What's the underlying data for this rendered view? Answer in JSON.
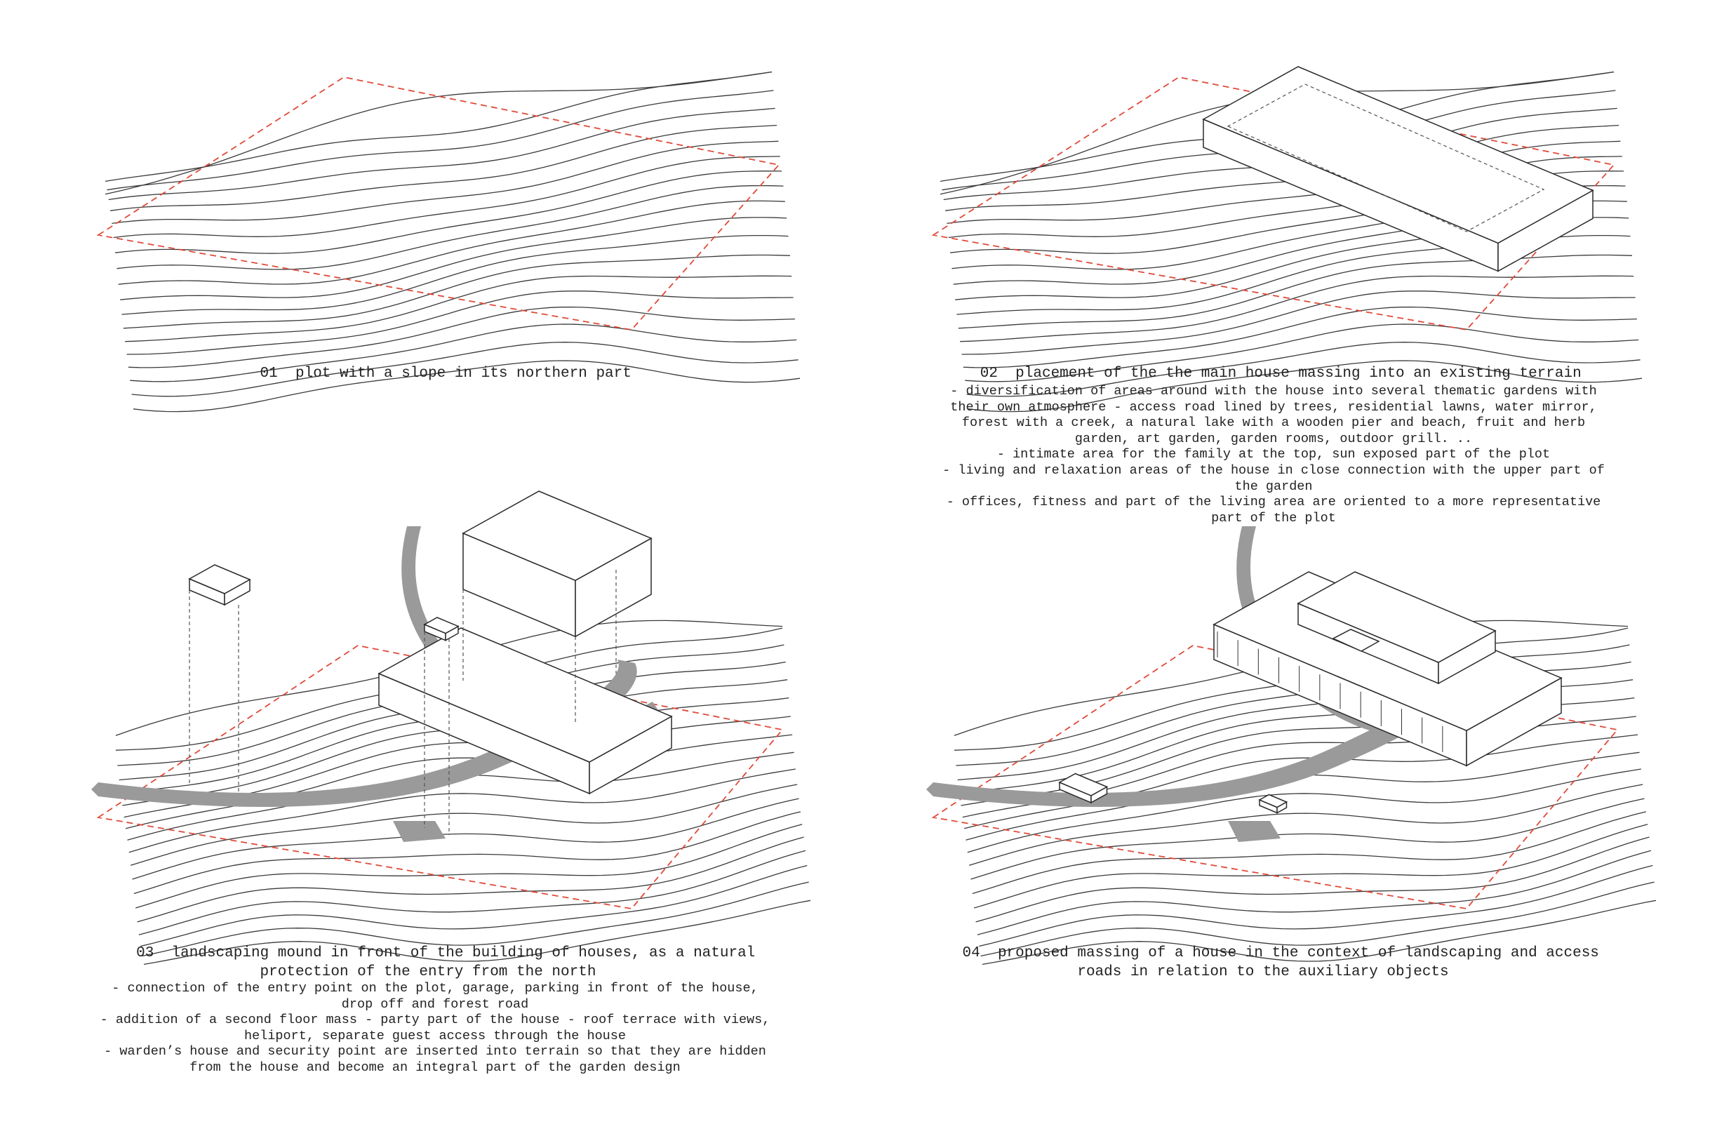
{
  "panels": [
    {
      "number": "01",
      "caption": "plot with a slope in its northern part",
      "notes": []
    },
    {
      "number": "02",
      "caption": "placement of the the main house massing into an existing terrain",
      "notes": [
        "- diversification of areas around with the house into several thematic gardens with their own atmosphere - access road lined by trees, residential lawns, water mirror, forest with a creek, a natural lake with a wooden pier and beach, fruit and herb garden, art garden, garden rooms, outdoor grill. ..",
        "- intimate area for the family at the top, sun exposed part of the plot",
        "- living and relaxation areas of the house in close connection with the upper part of the garden",
        "- offices, fitness and part of the living area are oriented to a more representative part of the plot"
      ]
    },
    {
      "number": "03",
      "caption": "landscaping mound in front of the building of houses, as a natural protection of the entry from the north",
      "notes": [
        "- connection of the entry point on the plot, garage, parking in front of the house, drop off and forest road",
        "- addition of a second floor mass - party part of the house - roof terrace with views, heliport, separate guest access through the house",
        "- warden’s house and security point are inserted into terrain so that they are hidden from the house and become an integral part of the garden design"
      ]
    },
    {
      "number": "04",
      "caption": "proposed massing of a house in the context of landscaping and access roads in relation to the auxiliary objects",
      "notes": []
    }
  ],
  "colors": {
    "boundary": "#e04a3a",
    "contour": "#3a3a3a",
    "road": "#9a9a9a",
    "background": "#ffffff"
  }
}
